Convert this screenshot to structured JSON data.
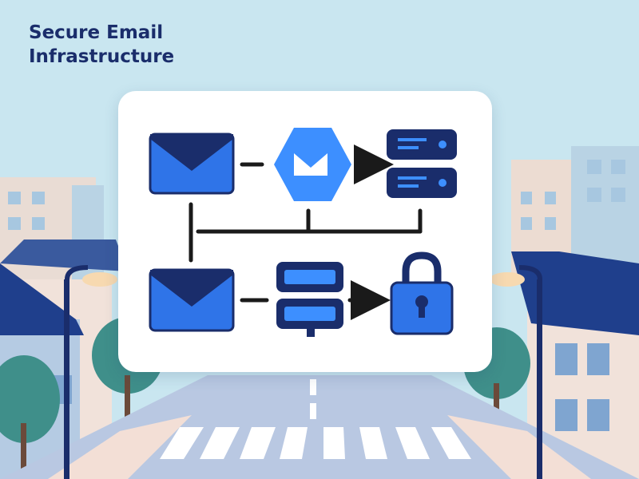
{
  "title": {
    "line1": "Secure Email",
    "line2": "Infrastructure"
  },
  "colors": {
    "navy": "#1a2d6b",
    "blue": "#2f74e8",
    "light_blue": "#3d8fff",
    "sky": "#c9e6f0",
    "card": "#ffffff"
  },
  "diagram": {
    "nodes": [
      {
        "name": "email-envelope-icon-top",
        "icon": "envelope"
      },
      {
        "name": "mail-gateway-hexagon-icon",
        "icon": "hexagon-envelope"
      },
      {
        "name": "server-stack-icon",
        "icon": "server"
      },
      {
        "name": "email-envelope-icon-bottom",
        "icon": "envelope"
      },
      {
        "name": "database-stack-icon",
        "icon": "database"
      },
      {
        "name": "padlock-icon",
        "icon": "lock"
      }
    ]
  }
}
